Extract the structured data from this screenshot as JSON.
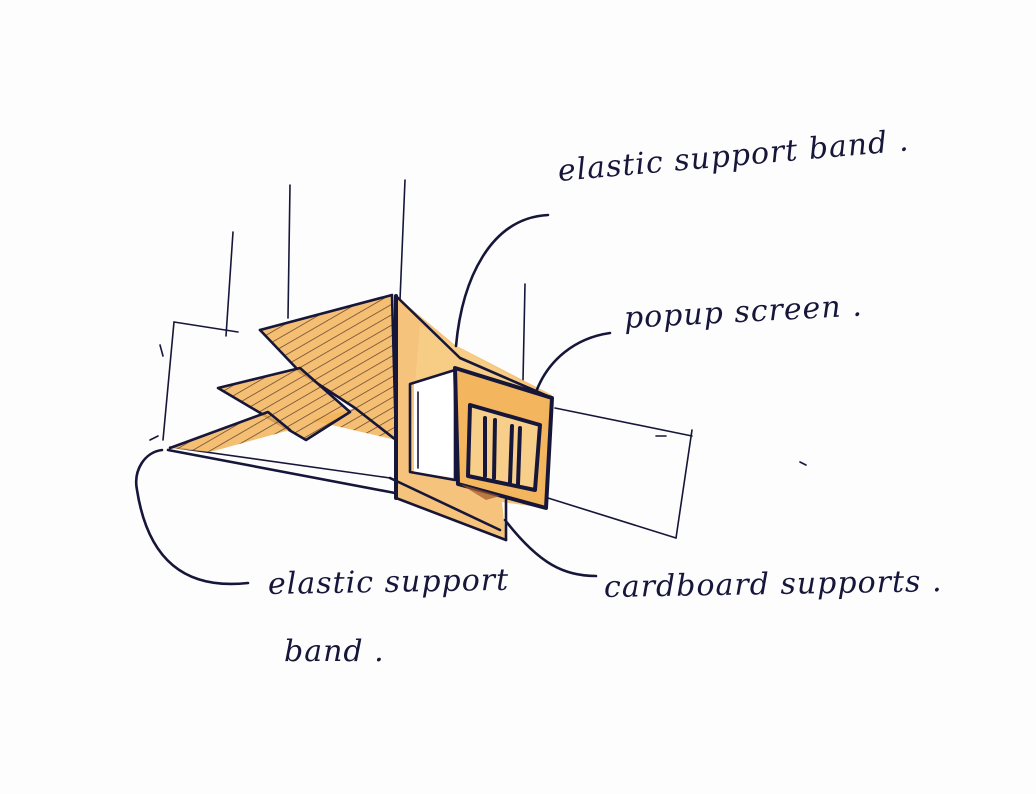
{
  "labels": {
    "elastic_band_top": "elastic support band .",
    "popup_screen": "popup screen .",
    "cardboard_supports": "cardboard supports .",
    "elastic_band_left_line1": "elastic support",
    "elastic_band_left_line2": "band ."
  },
  "colors": {
    "ink": "#16163a",
    "marker_orange": "#f2b45a",
    "marker_light": "#f7cf8a",
    "hatch": "#5a3a2a"
  }
}
